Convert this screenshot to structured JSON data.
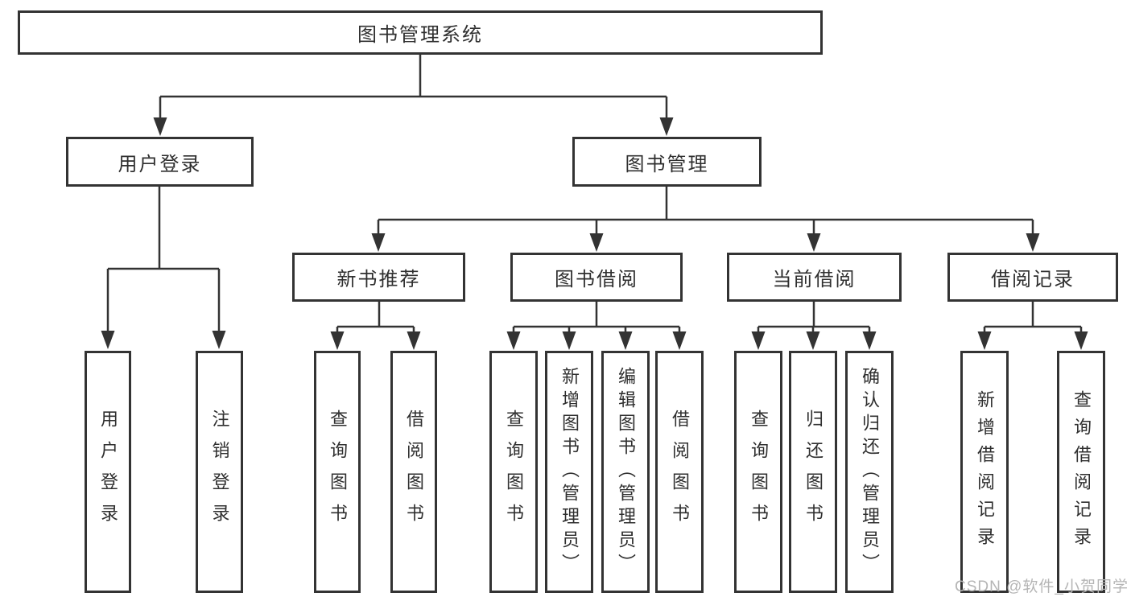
{
  "tree": {
    "root": "图书管理系统",
    "user_login": {
      "label": "用户登录",
      "children": [
        "用户登录",
        "注销登录"
      ]
    },
    "book_mgmt": {
      "label": "图书管理",
      "sections": {
        "new_book_rec": {
          "label": "新书推荐",
          "children": [
            "查询图书",
            "借阅图书"
          ]
        },
        "book_borrow": {
          "label": "图书借阅",
          "children": [
            "查询图书",
            "新增图书（管理员）",
            "编辑图书（管理员）",
            "借阅图书"
          ]
        },
        "current_borrow": {
          "label": "当前借阅",
          "children": [
            "查询图书",
            "归还图书",
            "确认归还（管理员）"
          ]
        },
        "borrow_records": {
          "label": "借阅记录",
          "children": [
            "新增借阅记录",
            "查询借阅记录"
          ]
        }
      }
    }
  },
  "watermark": "CSDN @软件_小贺同学",
  "colors": {
    "line": "#333333",
    "text": "#2f2f2f",
    "watermark": "#b5b5b5",
    "background": "#ffffff"
  }
}
